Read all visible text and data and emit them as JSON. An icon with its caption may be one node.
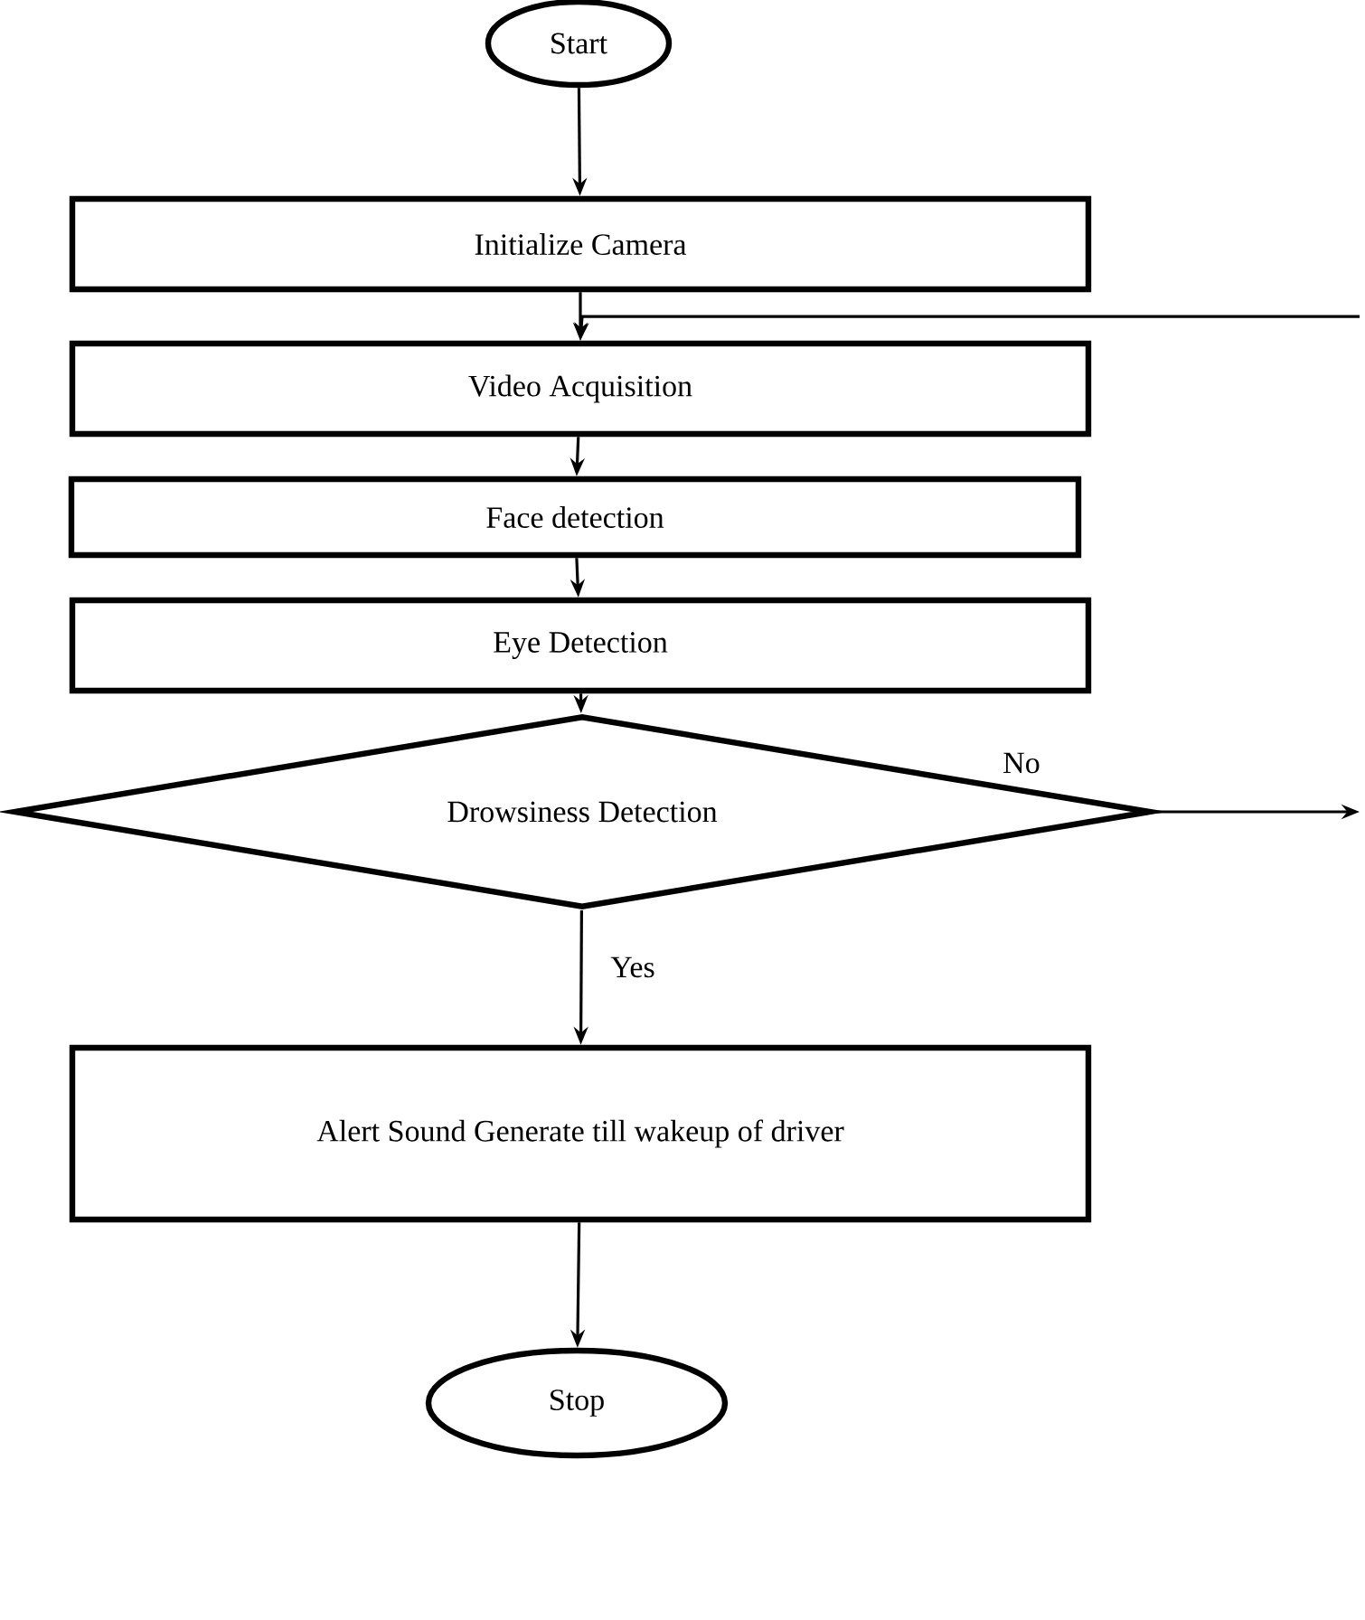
{
  "diagram": {
    "nodes": [
      {
        "text": [
          "Start"
        ]
      },
      {
        "text": [
          "Initialize Camera"
        ]
      },
      {
        "text": [
          "Video Acquisition"
        ]
      },
      {
        "text": [
          "Face detection"
        ]
      },
      {
        "text": [
          "Eye Detection"
        ]
      },
      {
        "text": [
          "Drowsiness Detection"
        ]
      },
      {
        "text": [
          "Alert Sound Generate till wakeup of driver"
        ]
      },
      {
        "text": [
          "Stop"
        ]
      }
    ],
    "edges": [
      {
        "from": 0,
        "to": 1,
        "arrow": "to"
      },
      {
        "from": 1,
        "to": 2,
        "arrow": "to"
      },
      {
        "from": 2,
        "to": 3,
        "arrow": "to"
      },
      {
        "from": 3,
        "to": 4,
        "arrow": "to"
      },
      {
        "from": 4,
        "to": 5,
        "arrow": "to"
      },
      {
        "from": 5,
        "to": 6,
        "arrow": "to",
        "label": "Yes"
      },
      {
        "from": 6,
        "to": 7,
        "arrow": "to"
      },
      {
        "from": 5,
        "to": null,
        "arrow": "to",
        "label": "No"
      },
      {
        "from": null,
        "to": 2,
        "arrow": "to"
      }
    ]
  }
}
